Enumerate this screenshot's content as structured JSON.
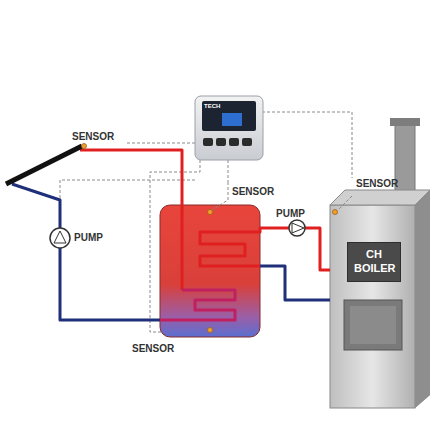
{
  "diagram": {
    "nodes": [
      {
        "text": [
          "CH BOILER"
        ]
      }
    ],
    "labels": [
      "SENSOR",
      "SENSOR",
      "SENSOR",
      "SENSOR",
      "PUMP",
      "PUMP",
      "TECH"
    ]
  }
}
